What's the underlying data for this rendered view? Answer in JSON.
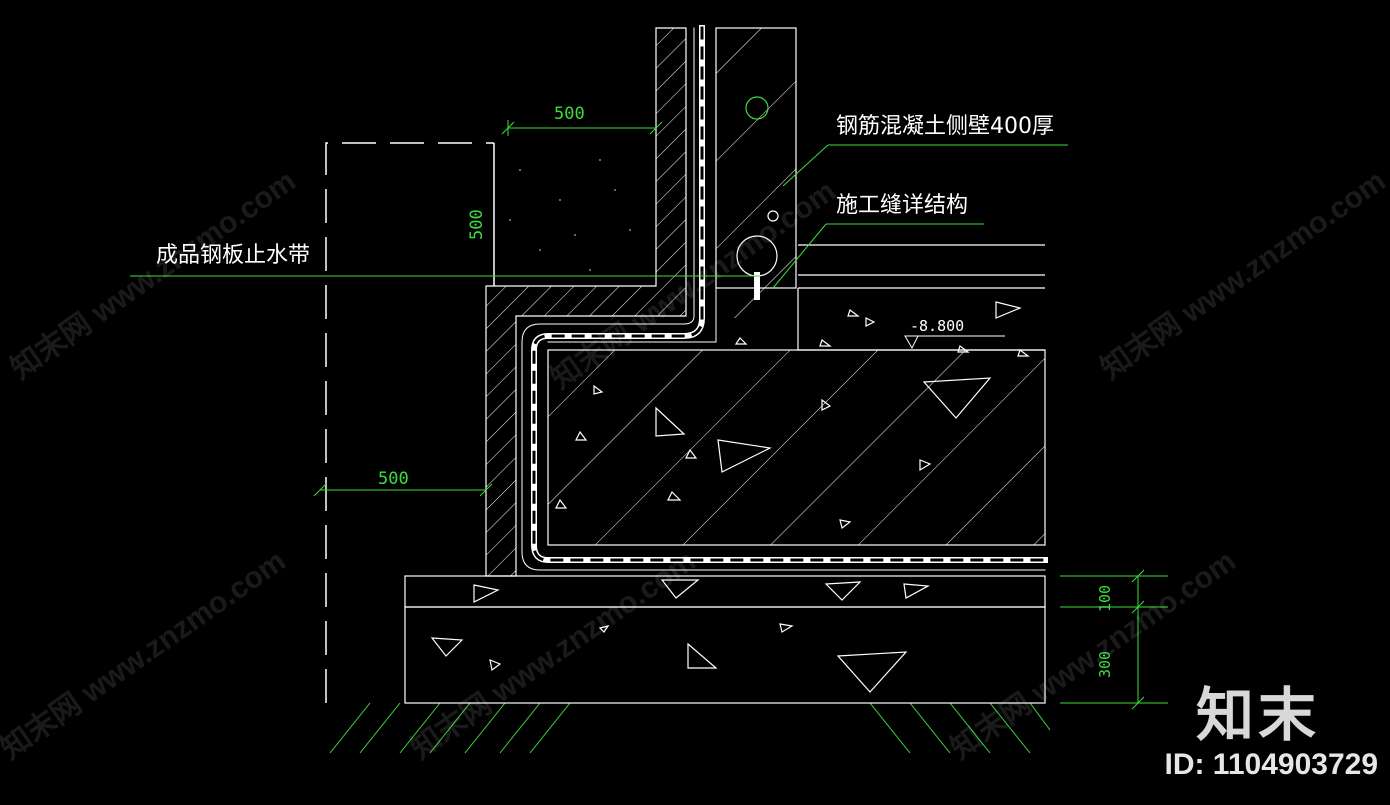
{
  "labels": {
    "wall": "钢筋混凝土侧壁400厚",
    "joint": "施工缝详结构",
    "waterstop": "成品钢板止水带"
  },
  "dimensions": {
    "top_width": "500",
    "side_height": "500",
    "left_width": "500",
    "layer_top": "100",
    "layer_bottom": "300"
  },
  "elevation": "-8.800",
  "watermark": {
    "text": "知末网 www.znzmo.com",
    "brand": "知末",
    "id": "ID: 1104903729"
  },
  "colors": {
    "background": "#000000",
    "lines": "#ffffff",
    "dimension": "#3ddc3d"
  }
}
